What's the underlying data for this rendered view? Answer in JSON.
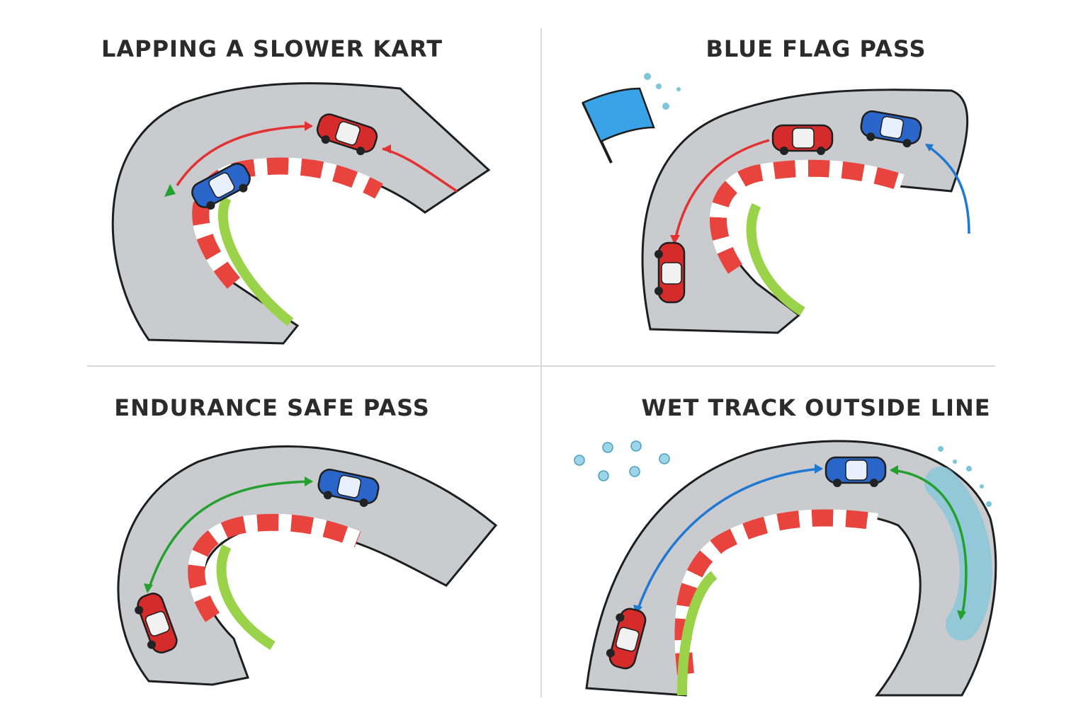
{
  "panels": [
    {
      "id": "lapping",
      "title": "LAPPING A SLOWER KART"
    },
    {
      "id": "blue-flag",
      "title": "BLUE FLAG PASS"
    },
    {
      "id": "endurance",
      "title": "ENDURANCE SAFE PASS"
    },
    {
      "id": "wet",
      "title": "WET TRACK OUTSIDE LINE"
    }
  ],
  "colors": {
    "track": "#c9cbcf",
    "track_edge": "#1e1e1e",
    "kerb_red": "#e8433d",
    "kerb_white": "#ffffff",
    "grass": "#9ad34a",
    "red_car": "#d62b2b",
    "blue_car": "#2a66c9",
    "red_arrow": "#e23232",
    "blue_arrow": "#1f78d1",
    "green_arrow": "#23a02e",
    "flag": "#3aa2e6",
    "water": "#7cc6dc"
  }
}
